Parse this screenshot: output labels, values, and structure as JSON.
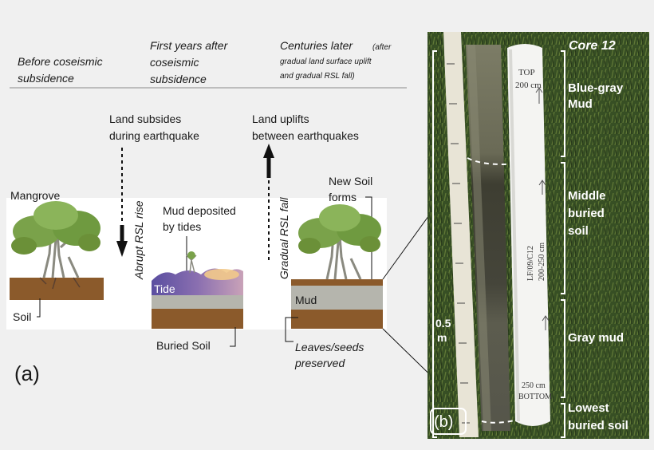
{
  "panel_a": {
    "headers": {
      "before": [
        "Before coseismic",
        "subsidence"
      ],
      "first_years": [
        "First years after",
        "coseismic",
        "subsidence"
      ],
      "centuries_main": "Centuries later",
      "centuries_paren_1": "(after",
      "centuries_paren_2": "gradual land surface uplift",
      "centuries_paren_3": "and gradual RSL fall)"
    },
    "land_subsides": [
      "Land subsides",
      "during earthquake"
    ],
    "land_uplifts": [
      "Land uplifts",
      "between earthquakes"
    ],
    "abrupt_rsl": "Abrupt RSL rise",
    "gradual_rsl": "Gradual RSL fall",
    "mangrove": "Mangrove",
    "soil": "Soil",
    "mud_deposited": [
      "Mud deposited",
      "by tides"
    ],
    "tide": "Tide",
    "buried_soil": "Buried Soil",
    "new_soil": [
      "New Soil",
      "forms"
    ],
    "mud": "Mud",
    "leaves_seeds": [
      "Leaves/seeds",
      "preserved"
    ],
    "panel_label": "(a)"
  },
  "panel_b": {
    "title": "Core 12",
    "panel_label": "(b)",
    "scale": [
      "0.5",
      "m"
    ],
    "units": [
      [
        "Blue-gray",
        "Mud"
      ],
      [
        "Middle",
        "buried",
        "soil"
      ],
      [
        "Gray mud"
      ],
      [
        "Lowest",
        "buried soil"
      ]
    ],
    "pipe_text": {
      "top": [
        "TOP",
        "200 cm"
      ],
      "mid": [
        "LF/09/C12",
        "200-250 cm"
      ],
      "bottom": [
        "250 cm",
        "BOTTOM"
      ]
    }
  },
  "colors": {
    "soil": "#8b5a2b",
    "tide": "#6b57a3",
    "mud": "#b5b5ad",
    "core_dark": "#4a4a3c",
    "grass": "#3f5a2a"
  }
}
